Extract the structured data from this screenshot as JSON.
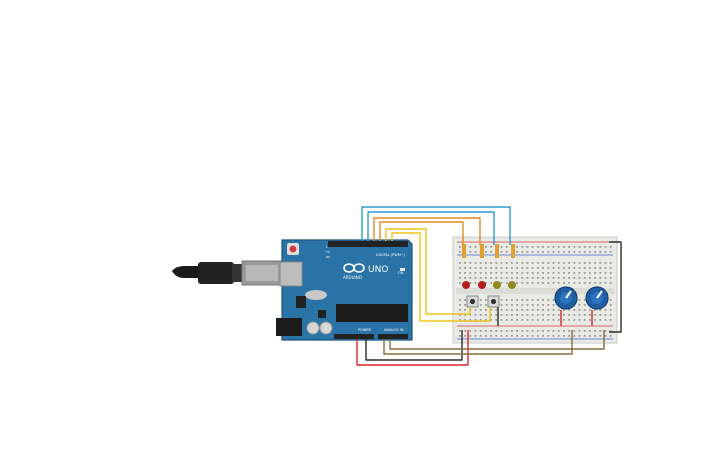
{
  "arduino": {
    "brand": "ARDUINO",
    "model": "UNO",
    "digital_header_label": "DIGITAL (PWM~)",
    "power_header_label": "POWER",
    "analog_header_label": "ANALOG IN",
    "tx_label": "TX",
    "rx_label": "RX",
    "on_label": "ON",
    "l_label": "L"
  },
  "colors": {
    "board": "#2a73a6",
    "board_edge": "#1c567f",
    "breadboard": "#e9e9e6",
    "wire_blue": "#2e9bd1",
    "wire_orange": "#e58a1f",
    "wire_yellow": "#efc21a",
    "wire_red": "#d8262b",
    "wire_brown": "#8a6a3a",
    "wire_black": "#2b2b2b",
    "led_red": "#b4201f",
    "led_yellow": "#8f8a1a",
    "pot_knob": "#1f5fa3",
    "usb_cable": "#222222"
  },
  "components": {
    "leds": [
      {
        "name": "led-red-1",
        "color": "red"
      },
      {
        "name": "led-red-2",
        "color": "red"
      },
      {
        "name": "led-yellow-1",
        "color": "yellow"
      },
      {
        "name": "led-yellow-2",
        "color": "yellow"
      }
    ],
    "pushbuttons": 2,
    "potentiometers": 2,
    "resistors": 4
  }
}
